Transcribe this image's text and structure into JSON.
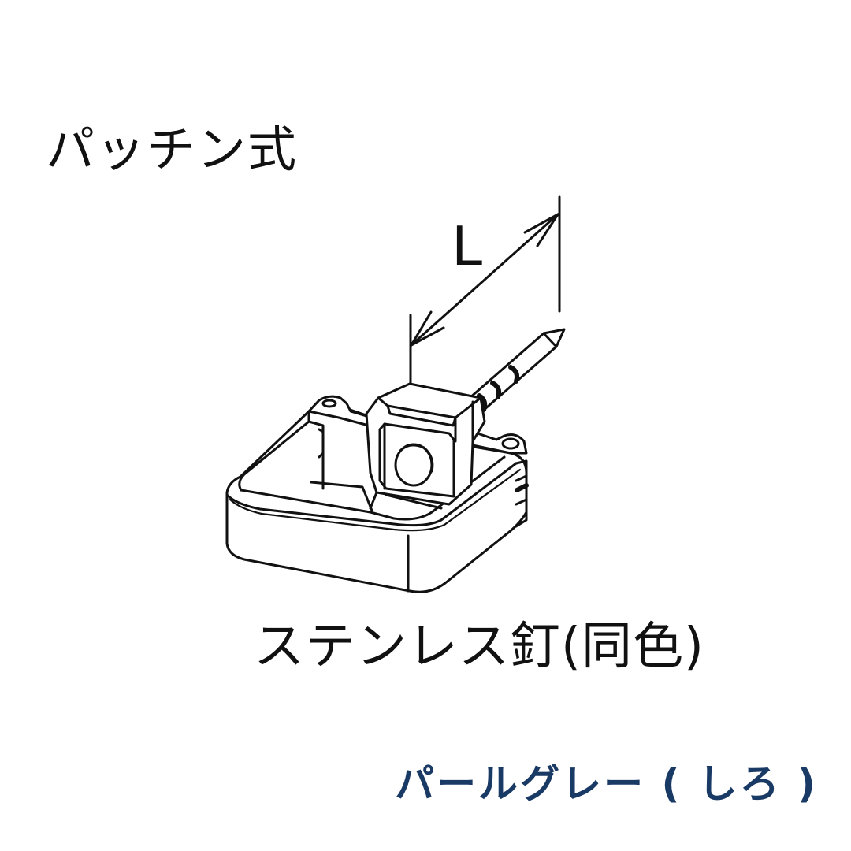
{
  "diagram": {
    "title": "パッチン式",
    "dimension_label": "L",
    "part_caption": "ステンレス釘(同色)",
    "color_name": "パールグレー ( しろ )",
    "colors": {
      "line": "#111111",
      "color_name_text": "#1a3a66",
      "background": "#ffffff"
    },
    "components": [
      "bracket-body",
      "square-cap-with-round-button",
      "stainless-nail",
      "dimension-arrow-L"
    ]
  }
}
